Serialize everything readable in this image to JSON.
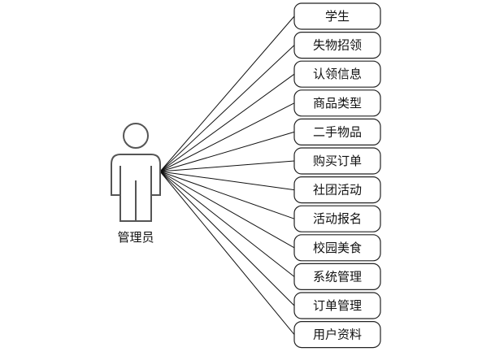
{
  "actor": {
    "label": "管理员"
  },
  "use_cases": [
    {
      "label": "学生"
    },
    {
      "label": "失物招领"
    },
    {
      "label": "认领信息"
    },
    {
      "label": "商品类型"
    },
    {
      "label": "二手物品"
    },
    {
      "label": "购买订单"
    },
    {
      "label": "社团活动"
    },
    {
      "label": "活动报名"
    },
    {
      "label": "校园美食"
    },
    {
      "label": "系统管理"
    },
    {
      "label": "订单管理"
    },
    {
      "label": "用户资料"
    }
  ]
}
